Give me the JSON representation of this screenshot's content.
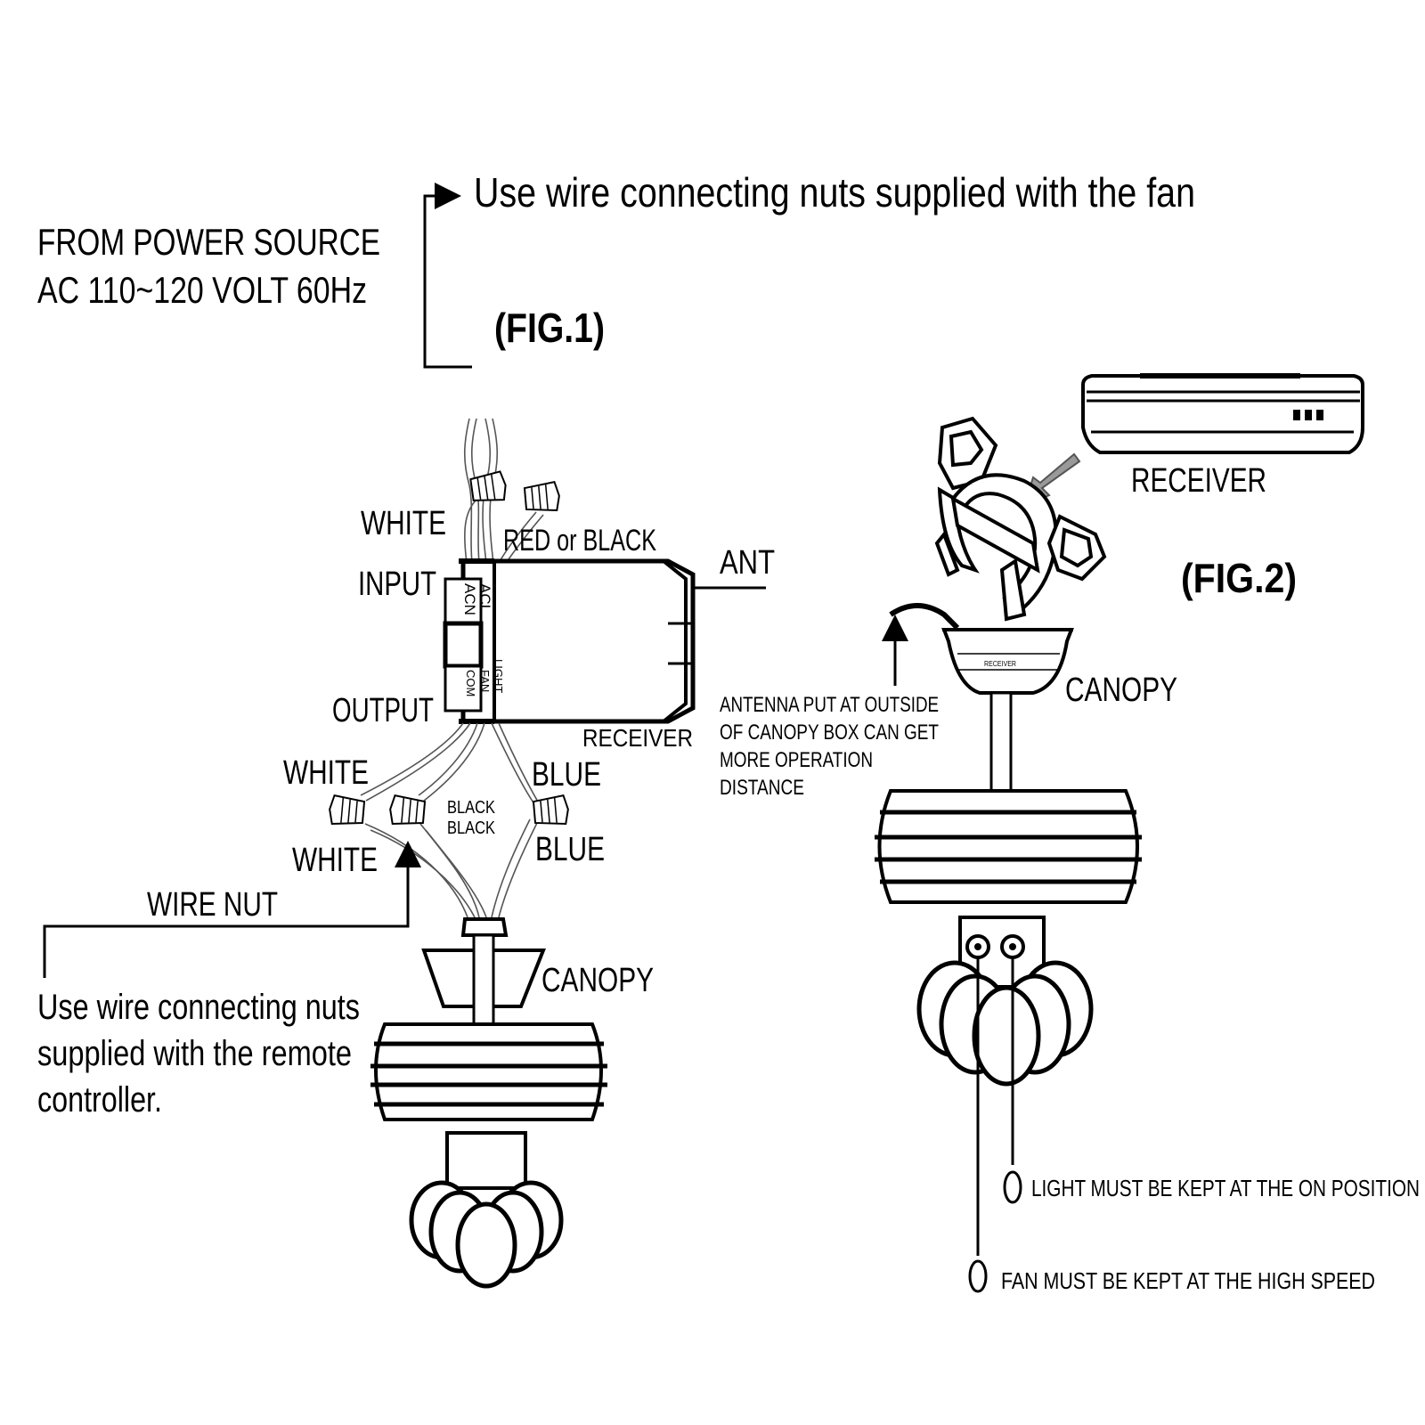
{
  "header": {
    "note_top": "Use wire connecting nuts supplied  with the fan",
    "power_line1": "FROM POWER SOURCE",
    "power_line2": "AC 110~120 VOLT 60Hz",
    "fig1": "(FIG.1)",
    "fig2": "(FIG.2)"
  },
  "fig1": {
    "white_top": "WHITE",
    "red_black": "RED or BLACK",
    "input": "INPUT",
    "output": "OUTPUT",
    "ant": "ANT",
    "receiver": "RECEIVER",
    "acl": "ACL",
    "acn": "ACN",
    "light": "LIGHT",
    "fan": "FAN",
    "com": "COM",
    "white_out1": "WHITE",
    "white_out2": "WHITE",
    "blue1": "BLUE",
    "blue2": "BLUE",
    "black1": "BLACK",
    "black2": "BLACK",
    "wire_nut": "WIRE NUT",
    "note_remote_1": "Use wire connecting nuts",
    "note_remote_2": "supplied with the remote",
    "note_remote_3": "controller.",
    "canopy": "CANOPY"
  },
  "fig2": {
    "receiver": "RECEIVER",
    "canopy": "CANOPY",
    "canopy_receiver_mark": "RECEIVER",
    "antenna_1": "ANTENNA PUT AT OUTSIDE",
    "antenna_2": "OF CANOPY BOX CAN GET",
    "antenna_3": "MORE OPERATION",
    "antenna_4": "DISTANCE",
    "light_note": "LIGHT MUST BE  KEPT AT THE  ON POSITION",
    "fan_note": "FAN MUST BE KEPT AT THE HIGH SPEED"
  }
}
